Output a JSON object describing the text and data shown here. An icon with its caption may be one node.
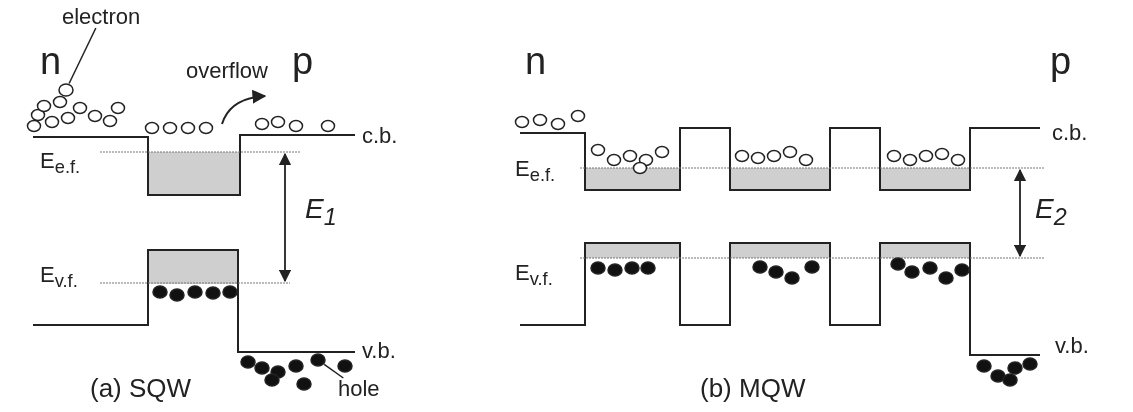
{
  "diagram": {
    "nodes": [
      {
        "text": [
          "electron"
        ]
      },
      {
        "text": [],
        "shape": "circle"
      },
      {
        "text": [
          "hole"
        ]
      },
      {
        "text": [],
        "shape": "circle"
      }
    ],
    "edges": [
      {
        "from": 0,
        "to": 1,
        "arrow": "none"
      },
      {
        "from": 2,
        "to": 3,
        "arrow": "none"
      }
    ],
    "labels": [
      "n",
      "p",
      "overflow",
      "c.b.",
      "E$_{e.f.}$",
      "E$_{1}$",
      "E$_{v.f.}$",
      "v.b.",
      "(a) SQW",
      "n",
      "p",
      "c.b.",
      "E$_{e.f.}$",
      "E$_{2}$",
      "E$_{v.f.}$",
      "v.b.",
      "(b) MQW"
    ]
  }
}
